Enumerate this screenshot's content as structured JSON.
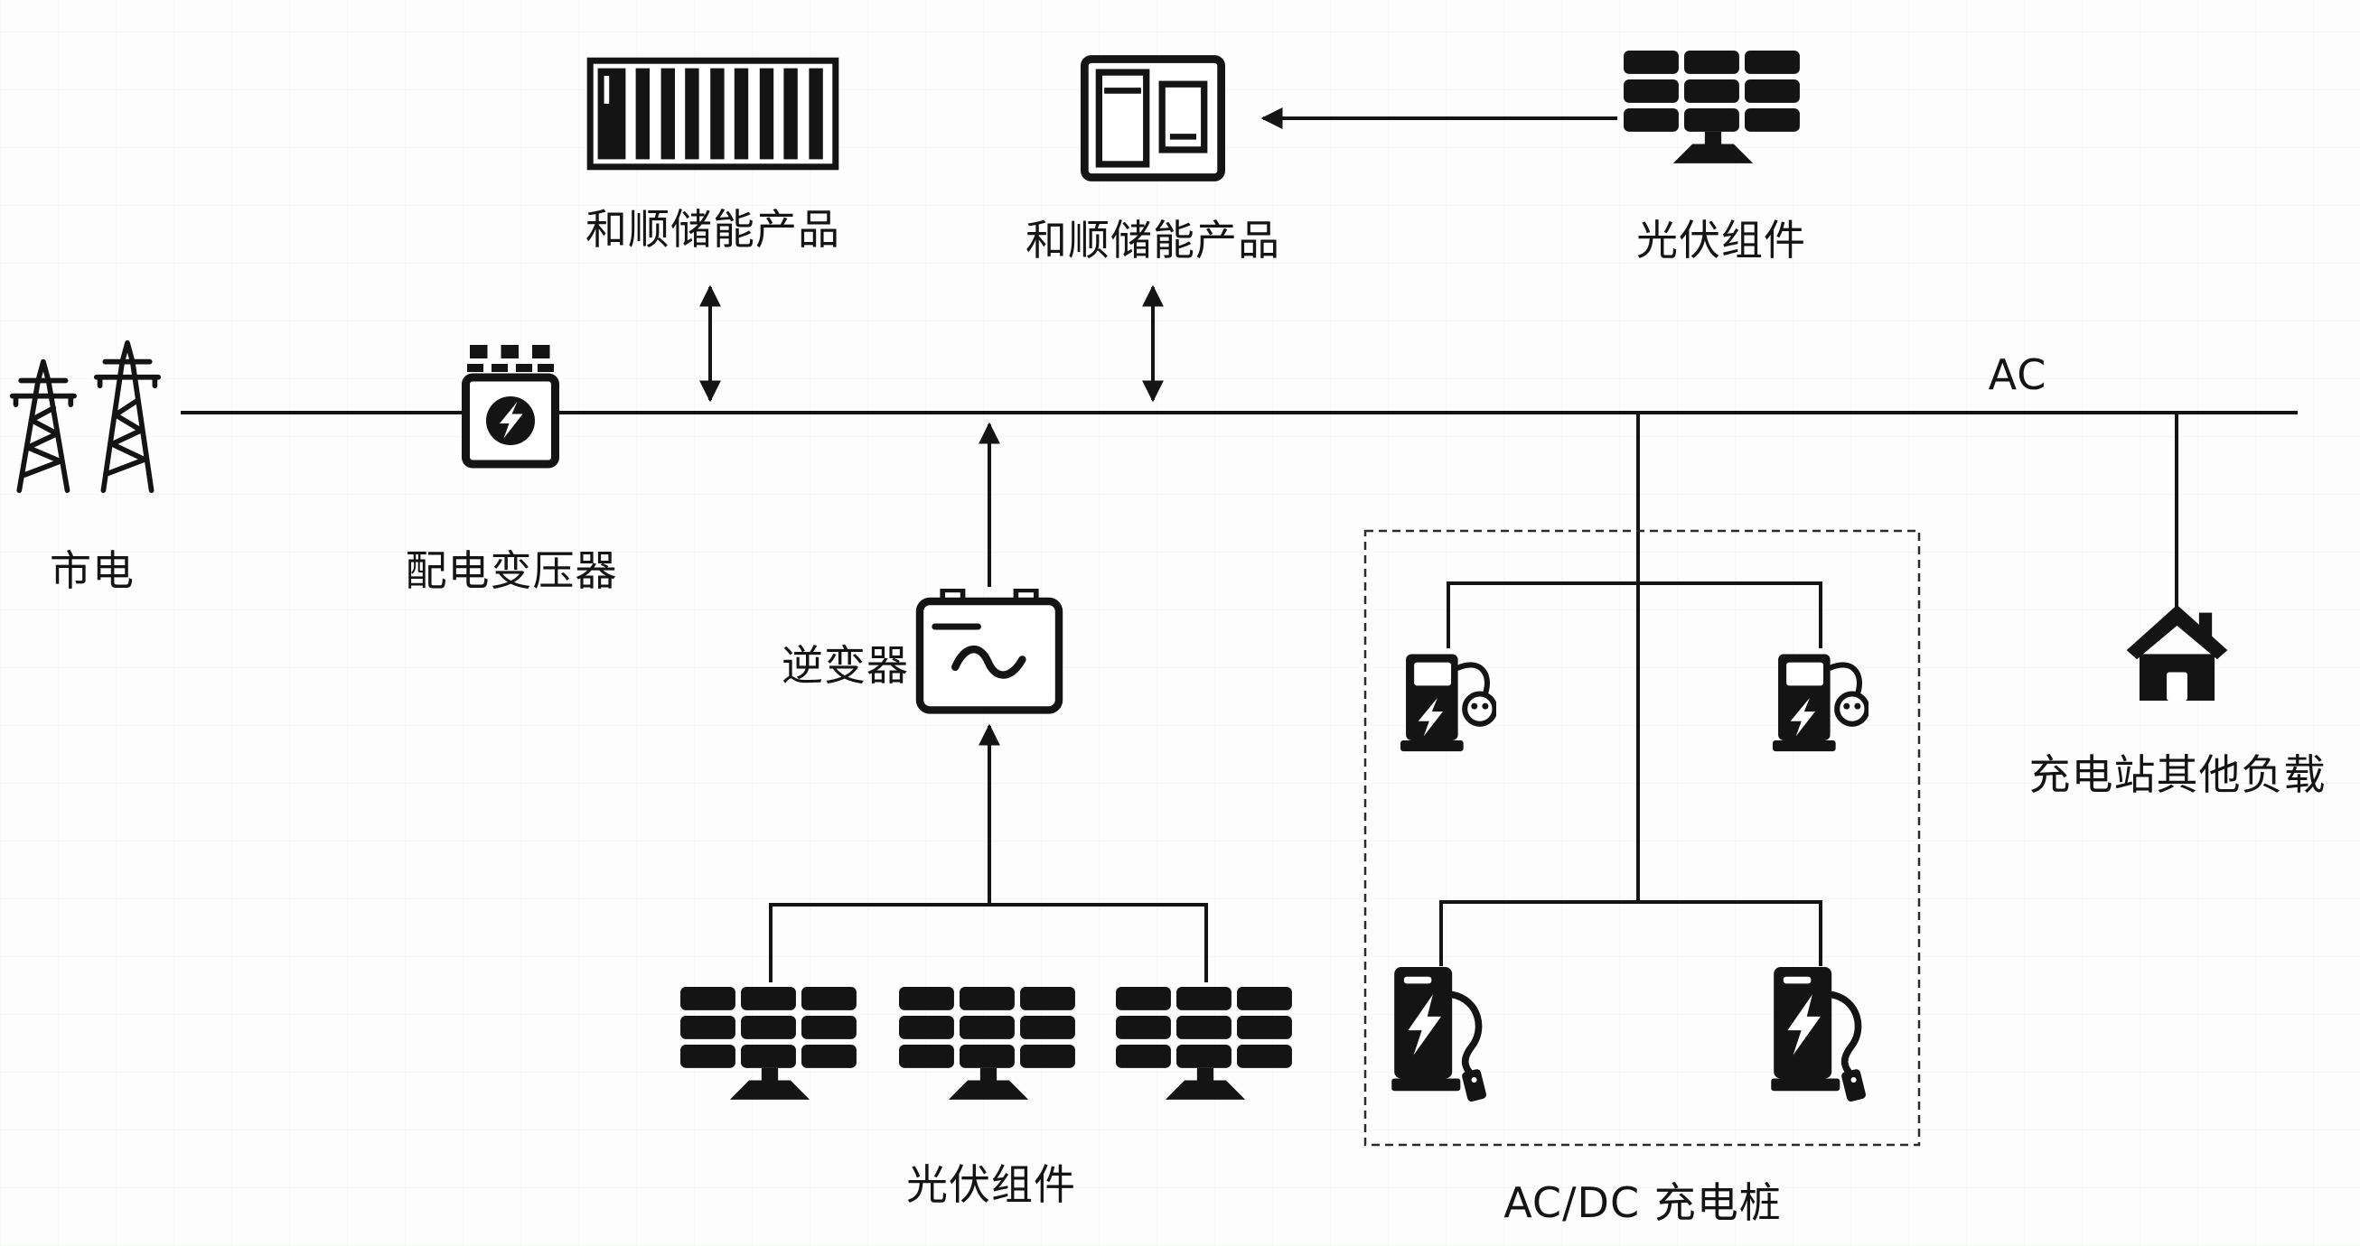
{
  "colors": {
    "ink": "#141414",
    "background": "#fdfdfd"
  },
  "diagram": {
    "labels": {
      "grid": "市电",
      "transformer": "配电变压器",
      "storage_container": "和顺储能产品",
      "storage_cabinet": "和顺储能产品",
      "pv_top": "光伏组件",
      "ac_bus": "AC",
      "inverter": "逆变器",
      "pv_bottom": "光伏组件",
      "charger_group": "AC/DC 充电桩",
      "other_loads": "充电站其他负载"
    },
    "connections": [
      "市电 — 配电变压器 — AC 母线",
      "和顺储能产品(储能集装箱) ⇄ AC 母线",
      "和顺储能产品(储能柜) ⇄ AC 母线",
      "光伏组件(上) → 和顺储能产品(储能柜)",
      "光伏组件(下,×3) → 逆变器 → AC 母线",
      "AC 母线 → AC/DC 充电桩(×4, 虚线框)",
      "AC 母线 → 充电站其他负载"
    ]
  }
}
